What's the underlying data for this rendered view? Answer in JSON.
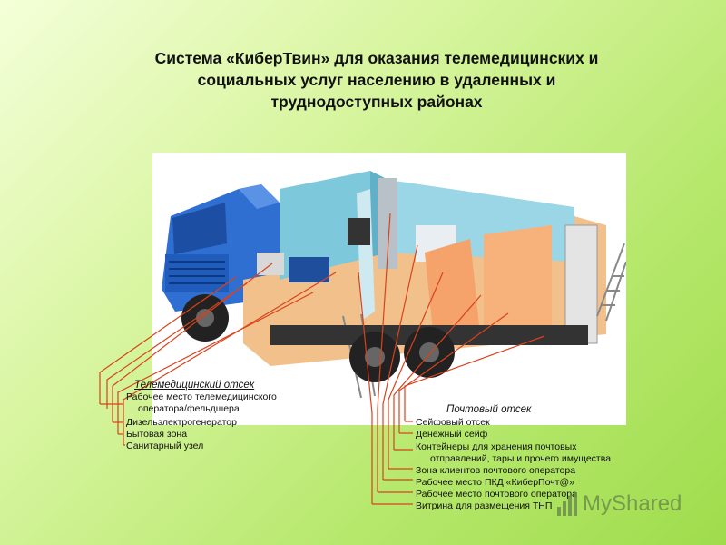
{
  "title": {
    "line1": "Система «КиберТвин» для оказания телемедицинских и",
    "line2": "социальных услуг населению в удаленных и",
    "line3": "труднодоступных  районах"
  },
  "left_section": {
    "heading": "Телемедицинский отсек",
    "items": [
      "Рабочее место телемедицинского",
      "оператора/фельдшера",
      "Дизельэлектрогенератор",
      "Бытовая зона",
      "Санитарный узел"
    ]
  },
  "right_section": {
    "heading": "Почтовый отсек",
    "items": [
      "Сейфовый отсек",
      "Денежный сейф",
      "Контейнеры для хранения почтовых",
      "отправлений, тары и прочего имущества",
      "Зона клиентов почтового оператора",
      "Рабочее место ПКД «КиберПочт@»",
      "Рабочее место почтового оператора",
      "Витрина для размещения ТНП"
    ]
  },
  "watermark": {
    "text": "MyShared"
  },
  "colors": {
    "leader_lines": "#d9421c",
    "truck_blue": "#2f6fd1",
    "wall_blue": "#7ec8dc",
    "floor": "#f2c08a"
  }
}
